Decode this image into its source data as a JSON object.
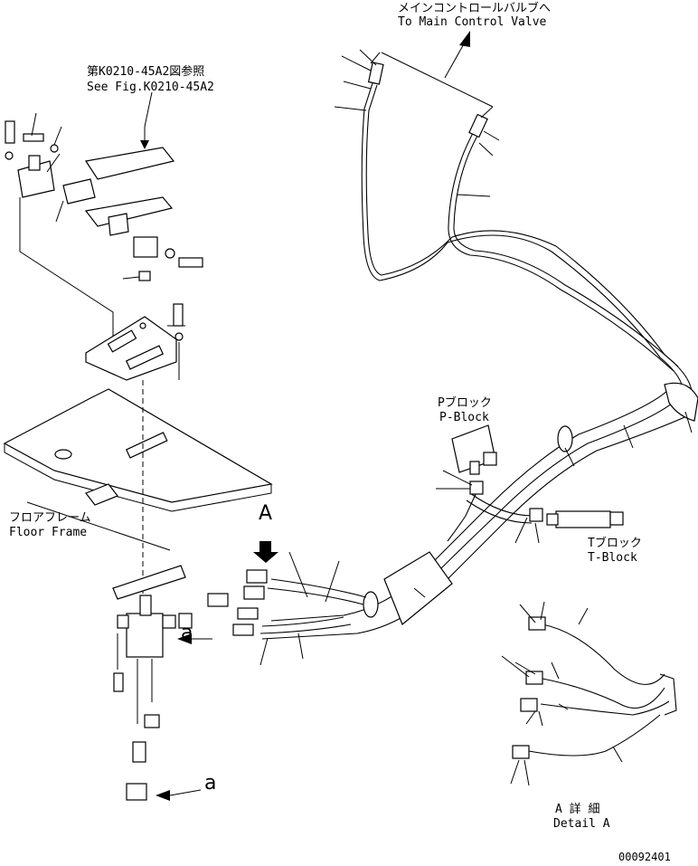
{
  "labels": {
    "to_main_jp": "メインコントロールバルブへ",
    "to_main_en": "To Main Control Valve",
    "see_fig_jp": "第K0210-45A2図参照",
    "see_fig_en": "See Fig.K0210-45A2",
    "p_block_jp": "Pブロック",
    "p_block_en": "P-Block",
    "floor_frame_jp": "フロアフレーム",
    "floor_frame_en": "Floor Frame",
    "t_block_jp": "Tブロック",
    "t_block_en": "T-Block",
    "view_a": "A",
    "ref_a_upper": "a",
    "ref_a_lower": "a",
    "detail_a_jp": "A 詳 細",
    "detail_a_en": "Detail A",
    "drawing_number": "00092401"
  }
}
